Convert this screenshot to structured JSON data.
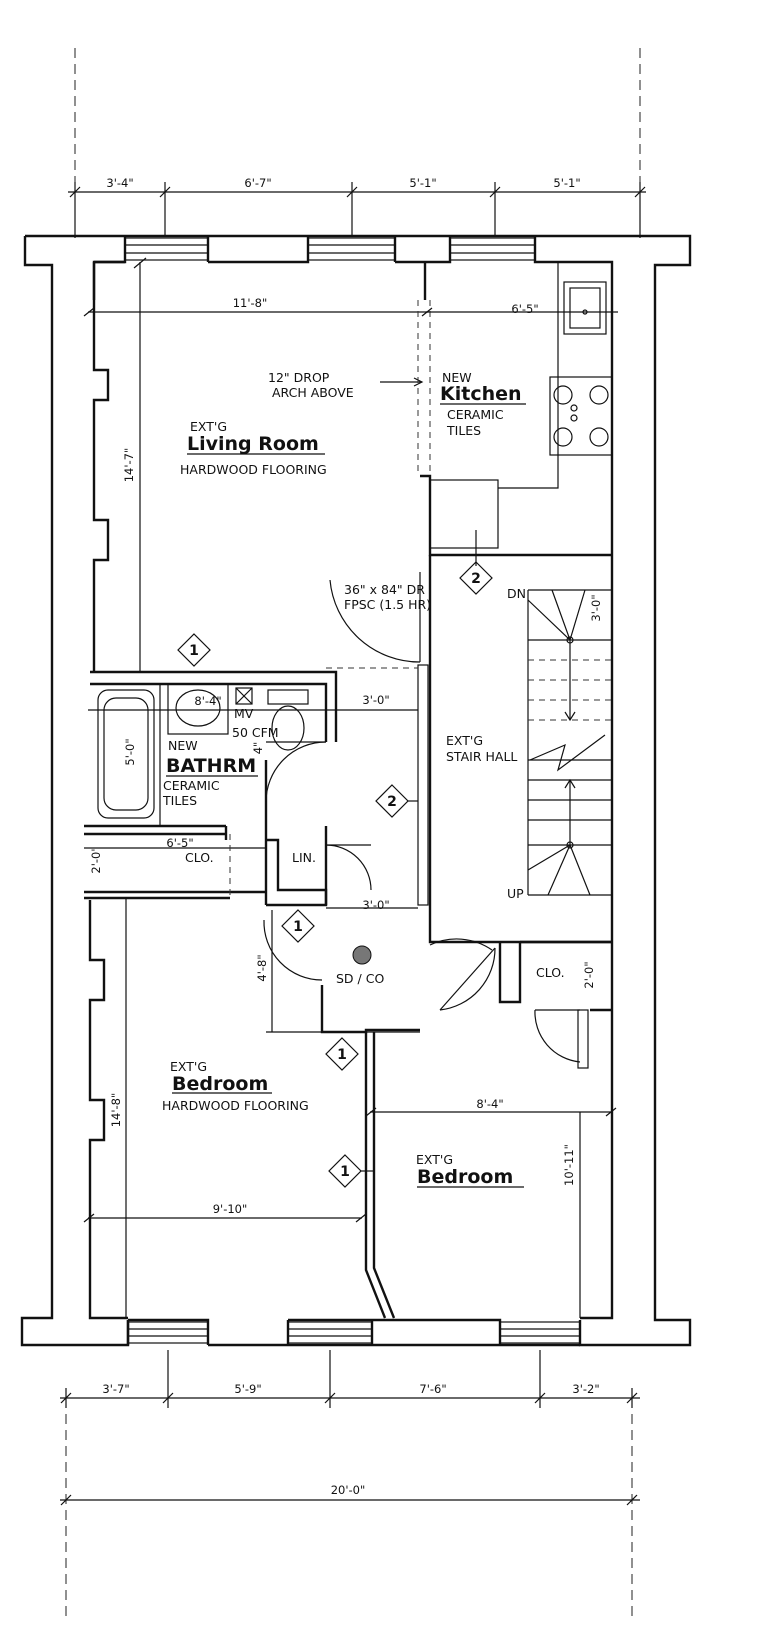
{
  "plan": {
    "top_dims": [
      "3'-4\"",
      "6'-7\"",
      "5'-1\"",
      "5'-1\""
    ],
    "bottom_dims": [
      "3'-7\"",
      "5'-9\"",
      "7'-6\"",
      "3'-2\""
    ],
    "overall_width": "20'-0\"",
    "living": {
      "prefix": "EXT'G",
      "name": "Living Room",
      "floor": "HARDWOOD FLOORING",
      "width": "11'-8\"",
      "depth": "14'-7\"",
      "arch_line1": "12\" DROP",
      "arch_line2": "ARCH ABOVE"
    },
    "kitchen": {
      "prefix": "NEW",
      "name": "Kitchen",
      "floor1": "CERAMIC",
      "floor2": "TILES",
      "width": "6'-5\""
    },
    "door_spec": {
      "line1": "36\" x 84\" DR",
      "line2": "FPSC (1.5 HR)"
    },
    "bath": {
      "prefix": "NEW",
      "name": "BATHRM",
      "floor1": "CERAMIC",
      "floor2": "TILES",
      "width": "8'-4\"",
      "depth": "5'-0\"",
      "fan1": "MV",
      "fan2": "50 CFM",
      "fan_dim": "4\""
    },
    "hall_dim1": "3'-0\"",
    "hall_dim2": "3'-0\"",
    "hall_depth": "4'-8\"",
    "stair": {
      "line1": "EXT'G",
      "line2": "STAIR HALL",
      "down": "DN",
      "up": "UP",
      "dim": "3'-0\""
    },
    "closet1": {
      "name": "CLO.",
      "width": "6'-5\"",
      "depth": "2'-0\""
    },
    "linen": "LIN.",
    "closet2": {
      "name": "CLO.",
      "depth": "2'-0\""
    },
    "detector": "SD / CO",
    "bed1": {
      "prefix": "EXT'G",
      "name": "Bedroom",
      "floor": "HARDWOOD FLOORING",
      "depth": "14'-8\"",
      "width": "9'-10\""
    },
    "bed2": {
      "prefix": "EXT'G",
      "name": "Bedroom",
      "width": "8'-4\"",
      "depth": "10'-11\""
    },
    "tag1": "1",
    "tag2": "2"
  }
}
